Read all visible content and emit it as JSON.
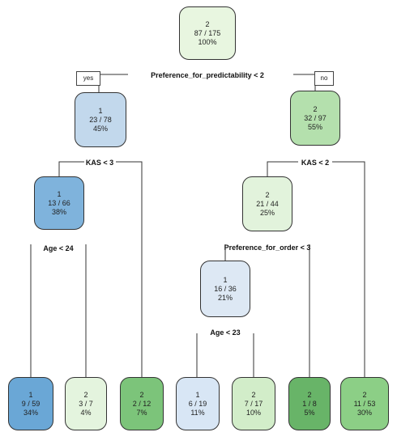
{
  "tree": {
    "root": {
      "cls": "2",
      "count": "87 / 175",
      "pct": "100%",
      "color": "#e8f6e0"
    },
    "split_root": "Preference_for_predictability < 2",
    "yes_label": "yes",
    "no_label": "no",
    "left": {
      "cls": "1",
      "count": "23 / 78",
      "pct": "45%",
      "color": "#c2d8ec"
    },
    "right": {
      "cls": "2",
      "count": "32 / 97",
      "pct": "55%",
      "color": "#b4e0ad"
    },
    "split_left": "KAS < 3",
    "split_right": "KAS < 2",
    "left_left": {
      "cls": "1",
      "count": "13 / 66",
      "pct": "38%",
      "color": "#7fb3dc"
    },
    "right_left": {
      "cls": "2",
      "count": "21 / 44",
      "pct": "25%",
      "color": "#e2f3dc"
    },
    "split_ll": "Age < 24",
    "split_rl": "Preference_for_order < 3",
    "rlm": {
      "cls": "1",
      "count": "16 / 36",
      "pct": "21%",
      "color": "#dde8f4"
    },
    "split_rlm": "Age < 23",
    "leaves": [
      {
        "cls": "1",
        "count": "9 / 59",
        "pct": "34%",
        "color": "#6aa7d6"
      },
      {
        "cls": "2",
        "count": "3 / 7",
        "pct": "4%",
        "color": "#e4f4de"
      },
      {
        "cls": "2",
        "count": "2 / 12",
        "pct": "7%",
        "color": "#7cc47a"
      },
      {
        "cls": "1",
        "count": "6 / 19",
        "pct": "11%",
        "color": "#d8e6f5"
      },
      {
        "cls": "2",
        "count": "7 / 17",
        "pct": "10%",
        "color": "#d2edc9"
      },
      {
        "cls": "2",
        "count": "1 / 8",
        "pct": "5%",
        "color": "#68b468"
      },
      {
        "cls": "2",
        "count": "11 / 53",
        "pct": "30%",
        "color": "#8ccf86"
      }
    ]
  }
}
